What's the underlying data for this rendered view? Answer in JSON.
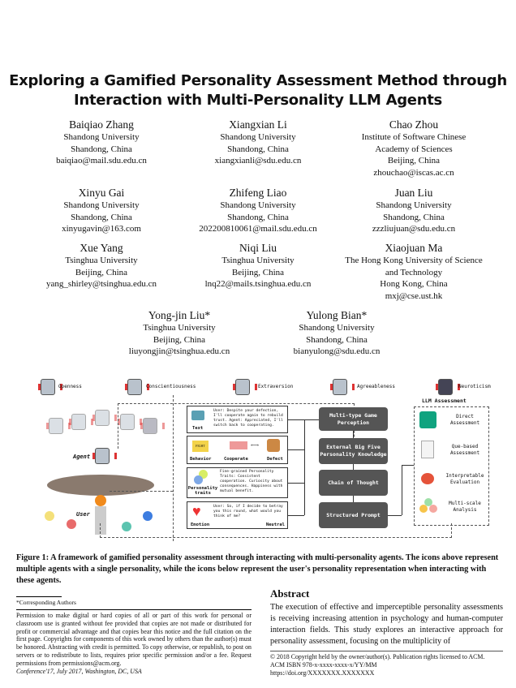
{
  "title": [
    "Exploring a Gamified Personality Assessment Method through",
    "Interaction with Multi-Personality LLM Agents"
  ],
  "authors": [
    {
      "name": "Baiqiao Zhang",
      "lines": [
        "Shandong University",
        "Shandong, China",
        "baiqiao@mail.sdu.edu.cn"
      ]
    },
    {
      "name": "Xiangxian Li",
      "lines": [
        "Shandong University",
        "Shandong, China",
        "xiangxianli@sdu.edu.cn"
      ]
    },
    {
      "name": "Chao Zhou",
      "lines": [
        "Institute of Software Chinese",
        "Academy of Sciences",
        "Beijing, China",
        "zhouchao@iscas.ac.cn"
      ]
    },
    {
      "name": "Xinyu Gai",
      "lines": [
        "Shandong University",
        "Shandong, China",
        "xinyugavin@163.com"
      ]
    },
    {
      "name": "Zhifeng Liao",
      "lines": [
        "Shandong University",
        "Shandong, China",
        "202200810061@mail.sdu.edu.cn"
      ]
    },
    {
      "name": "Juan Liu",
      "lines": [
        "Shandong University",
        "Shandong, China",
        "zzzliujuan@sdu.edu.cn"
      ]
    },
    {
      "name": "Xue Yang",
      "lines": [
        "Tsinghua University",
        "Beijing, China",
        "yang_shirley@tsinghua.edu.cn"
      ]
    },
    {
      "name": "Niqi Liu",
      "lines": [
        "Tsinghua University",
        "Beijing, China",
        "lnq22@mails.tsinghua.edu.cn"
      ]
    },
    {
      "name": "Xiaojuan Ma",
      "lines": [
        "The Hong Kong University of Science",
        "and Technology",
        "Hong Kong, China",
        "mxj@cse.ust.hk"
      ]
    },
    {
      "name": "Yong-jin Liu*",
      "lines": [
        "Tsinghua University",
        "Beijing, China",
        "liuyongjin@tsinghua.edu.cn"
      ]
    },
    {
      "name": "Yulong Bian*",
      "lines": [
        "Shandong University",
        "Shandong, China",
        "bianyulong@sdu.edu.cn"
      ]
    }
  ],
  "figure": {
    "legend": [
      "Openness",
      "Conscientiousness",
      "Extraversion",
      "Agreeableness",
      "Neuroticism"
    ],
    "agent_label": "Agent",
    "user_label": "User",
    "text_box": {
      "label": "Text",
      "content": "User: Despite your defection, I'll cooperate again to rebuild trust. Agent: Appreciated, I'll switch back to cooperating."
    },
    "behavior_box": {
      "label": "Behavior",
      "cooperate": "Cooperate",
      "defect": "Defect",
      "fight": "FIGHT"
    },
    "personality_box": {
      "label": "Personality traits",
      "content": "Fine-grained Personality Traits: Consistent cooperation. Curiosity about consequences. Happiness with mutual benefit."
    },
    "emotion_box": {
      "label": "Emotion",
      "content": "User: So, if I decide to betray you this round, what would you think of me?",
      "tag": "Neutral"
    },
    "pipeline": [
      "Multi-type Game Perception",
      "External Big Five Personality Knowledge",
      "Chain of Thought",
      "Structured Prompt"
    ],
    "assessment_title": "LLM Assessment",
    "assessment": [
      "Direct Assessment",
      "Que-based Assessment",
      "Interpretable Evaluation",
      "Multi-scale Analysis"
    ]
  },
  "caption": "Figure 1: A framework of gamified personality assessment through interacting with multi-personality agents. The icons above represent multiple agents with a single personality, while the icons below represent the user's personality representation when interacting with these agents.",
  "footnote": "*Corresponding Authors",
  "permission": "Permission to make digital or hard copies of all or part of this work for personal or classroom use is granted without fee provided that copies are not made or distributed for profit or commercial advantage and that copies bear this notice and the full citation on the first page. Copyrights for components of this work owned by others than the author(s) must be honored. Abstracting with credit is permitted. To copy otherwise, or republish, to post on servers or to redistribute to lists, requires prior specific permission and/or a fee. Request permissions from permissions@acm.org.",
  "conference": "Conference'17, July 2017, Washington, DC, USA",
  "abstract_heading": "Abstract",
  "abstract": "The execution of effective and imperceptible personality assessments is receiving increasing attention in psychology and human-computer interaction fields. This study explores an interactive approach for personality assessment, focusing on the multiplicity of",
  "copyright": [
    "© 2018 Copyright held by the owner/author(s). Publication rights licensed to ACM.",
    "ACM ISBN 978-x-xxxx-xxxx-x/YY/MM",
    "https://doi.org/XXXXXXX.XXXXXXX"
  ]
}
